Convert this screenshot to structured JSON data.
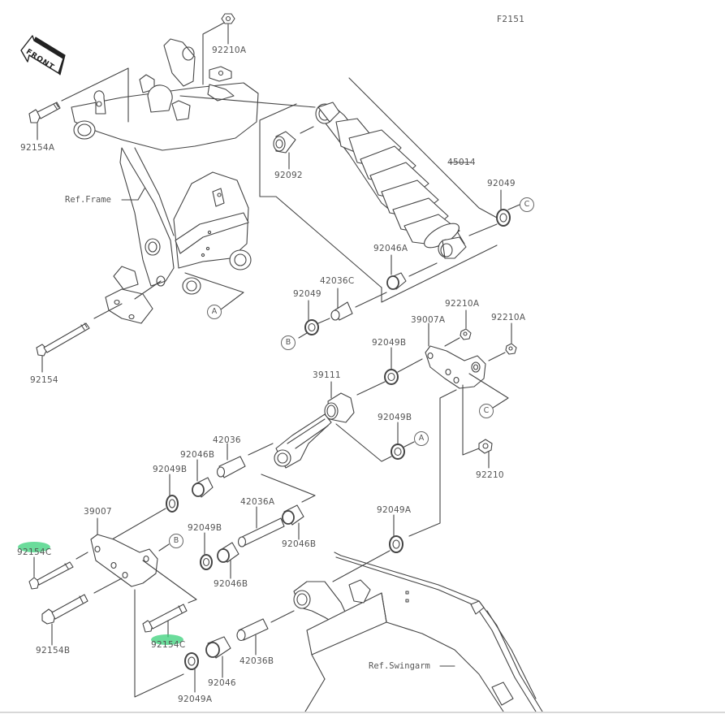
{
  "figure_code": "F2151",
  "front_indicator": "FRONT",
  "references": {
    "frame": "Ref.Frame",
    "swingarm": "Ref.Swingarm"
  },
  "connectors": [
    "A",
    "B",
    "C"
  ],
  "parts": [
    {
      "id": "p-92210A-top",
      "number": "92210A",
      "name": "nut"
    },
    {
      "id": "p-92154A",
      "number": "92154A",
      "name": "bolt"
    },
    {
      "id": "p-92092",
      "number": "92092",
      "name": "bushing"
    },
    {
      "id": "p-45014",
      "number": "45014",
      "name": "shock absorber"
    },
    {
      "id": "p-92049-right",
      "number": "92049",
      "name": "seal"
    },
    {
      "id": "p-92046A",
      "number": "92046A",
      "name": "bearing"
    },
    {
      "id": "p-42036C",
      "number": "42036C",
      "name": "sleeve"
    },
    {
      "id": "p-92049-left",
      "number": "92049",
      "name": "seal"
    },
    {
      "id": "p-92154",
      "number": "92154",
      "name": "bolt"
    },
    {
      "id": "p-39007A",
      "number": "39007A",
      "name": "rocker arm"
    },
    {
      "id": "p-92210A-mid",
      "number": "92210A",
      "name": "nut"
    },
    {
      "id": "p-92210A-right",
      "number": "92210A",
      "name": "nut"
    },
    {
      "id": "p-92049B-upper",
      "number": "92049B",
      "name": "seal"
    },
    {
      "id": "p-39111",
      "number": "39111",
      "name": "tie rod"
    },
    {
      "id": "p-92049B-A",
      "number": "92049B",
      "name": "seal"
    },
    {
      "id": "p-92210",
      "number": "92210",
      "name": "nut"
    },
    {
      "id": "p-42036",
      "number": "42036",
      "name": "sleeve"
    },
    {
      "id": "p-92046B-upper",
      "number": "92046B",
      "name": "bearing"
    },
    {
      "id": "p-92049B-left",
      "number": "92049B",
      "name": "seal"
    },
    {
      "id": "p-39007",
      "number": "39007",
      "name": "rocker arm"
    },
    {
      "id": "p-42036A",
      "number": "42036A",
      "name": "sleeve"
    },
    {
      "id": "p-92049B-lower",
      "number": "92049B",
      "name": "seal"
    },
    {
      "id": "p-92046B-right",
      "number": "92046B",
      "name": "bearing"
    },
    {
      "id": "p-92046B-lower",
      "number": "92046B",
      "name": "bearing"
    },
    {
      "id": "p-92049A-right",
      "number": "92049A",
      "name": "seal"
    },
    {
      "id": "p-92154C-left",
      "number": "92154C",
      "name": "bolt",
      "highlighted": true
    },
    {
      "id": "p-92154B",
      "number": "92154B",
      "name": "bolt"
    },
    {
      "id": "p-92154C-center",
      "number": "92154C",
      "name": "bolt",
      "highlighted": true
    },
    {
      "id": "p-92046",
      "number": "92046",
      "name": "bearing"
    },
    {
      "id": "p-42036B",
      "number": "42036B",
      "name": "sleeve"
    },
    {
      "id": "p-92049A-bottom",
      "number": "92049A",
      "name": "seal"
    }
  ],
  "highlight_color": "#3ad07a"
}
